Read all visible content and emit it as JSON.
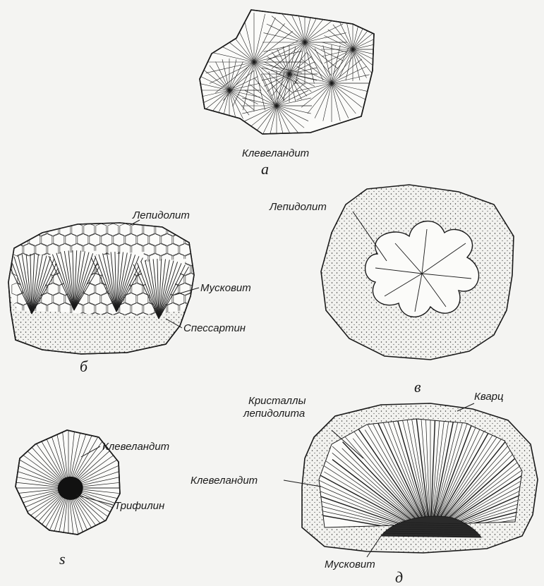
{
  "figures": {
    "a": {
      "letter": "а",
      "mineral": "Клевеландит"
    },
    "b": {
      "letter": "б",
      "top": "Лепидолит",
      "mid": "Мусковит",
      "bottom": "Спессартин"
    },
    "v": {
      "letter": "в",
      "label": "Лепидолит"
    },
    "g": {
      "letter": "s",
      "top": "Клевеландит",
      "bottom": "Трифилин"
    },
    "d": {
      "letter": "д",
      "crystals_line1": "Кристаллы",
      "crystals_line2": "лепидолита",
      "quartz": "Кварц",
      "clev": "Клевеландит",
      "musc": "Мусковит"
    }
  },
  "colors": {
    "ink": "#1a1a1a",
    "paper": "#f4f4f2"
  }
}
